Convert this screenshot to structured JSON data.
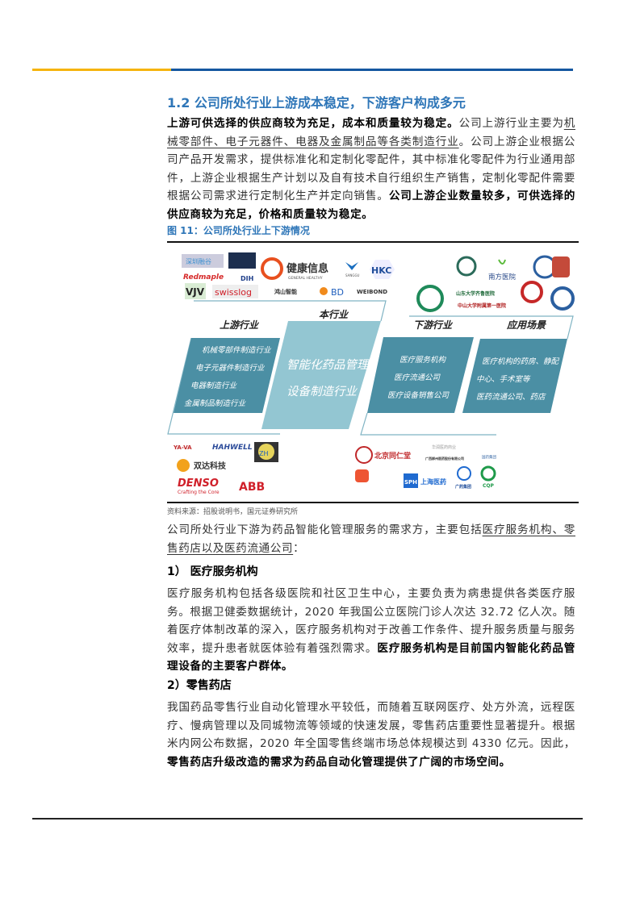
{
  "header": {
    "accent_yellow": "#f6b40e",
    "accent_blue": "#1557a0"
  },
  "section_title": "1.2 公司所处行业上游成本稳定，下游客户构成多元",
  "para1": {
    "bold1": "上游可供选择的供应商较为充足，成本和质量较为稳定。",
    "t1": "公司上游行业主要为",
    "u1": "机械零部件、电子元器件、电器及金属制品等各类制造行业",
    "t2": "。公司上游企业根据公司产品开发需求，提供标准化和定制化零配件，其中标准化零配件为行业通用部件，上游企业根据生产计划以及自有技术自行组织生产销售，定制化零配件需要根据公司需求进行定制化生产并定向销售。",
    "bold2": "公司上游企业数量较多，可供选择的供应商较为充足，价格和质量较为稳定。"
  },
  "figure": {
    "caption": "图 11：公司所处行业上下游情况",
    "headings": {
      "upstream": "上游行业",
      "core": "本行业",
      "downstream": "下游行业",
      "scenario": "应用场景"
    },
    "upstream_items": [
      "机械零部件制造行业",
      "电子元器件制造行业",
      "电器制造行业",
      "金属制品制造行业"
    ],
    "core_items": [
      "智能化药品管理",
      "设备制造行业"
    ],
    "downstream_items": [
      "医疗服务机构",
      "医疗流通公司",
      "医疗设备销售公司"
    ],
    "scenario_items": [
      "医疗机构的药房、静配",
      "中心、手术室等",
      "医药流通公司、药店"
    ],
    "logos_upstream": [
      "深圳融谷",
      "健康信息",
      "GENERAL HEALTHY",
      "SANGGU",
      "HKC",
      "Redmaple",
      "DIH",
      "VJV",
      "swisslog",
      "鸿山智能",
      "BD",
      "WEIBOND",
      "YA-VA",
      "HAHWELL",
      "ZH",
      "双达科技",
      "DENSO",
      "Crafting the Core",
      "ABB"
    ],
    "logos_downstream": [
      "南方医院",
      "山东大学齐鲁医院",
      "中山大学附属第一医院",
      "北京同仁堂",
      "华润医药商业",
      "广西柳州医药股份有限公司",
      "国药集团",
      "SPH",
      "上海医药",
      "广药集团",
      "CQP"
    ],
    "source": "资料来源：招股说明书，国元证券研究所"
  },
  "para2": {
    "t1": "公司所处行业下游为药品智能化管理服务的需求方，主要包括",
    "u1": "医疗服务机构、零售药店以及医药流通公司",
    "t2": "："
  },
  "h1": "1） 医疗服务机构",
  "para3": {
    "t1": "医疗服务机构包括各级医院和社区卫生中心，主要负责为病患提供各类医疗服务。根据卫健委数据统计，2020 年我国公立医院门诊人次达 32.72 亿人次。随着医疗体制改革的深入，医疗服务机构对于改善工作条件、提升服务质量与服务效率，提升患者就医体验有着强烈需求。",
    "bold1": "医疗服务机构是目前国内智能化药品管理设备的主要客户群体。"
  },
  "h2": "2）零售药店",
  "para4": {
    "t1": "我国药品零售行业自动化管理水平较低，而随着互联网医疗、处方外流，远程医疗、慢病管理以及同城物流等领域的快速发展，零售药店重要性显著提升。根据米内网公布数据，2020 年全国零售终端市场总体规模达到 4330 亿元。因此，",
    "bold1": "零售药店升级改造的需求为药品自动化管理提供了广阔的市场空间。"
  }
}
